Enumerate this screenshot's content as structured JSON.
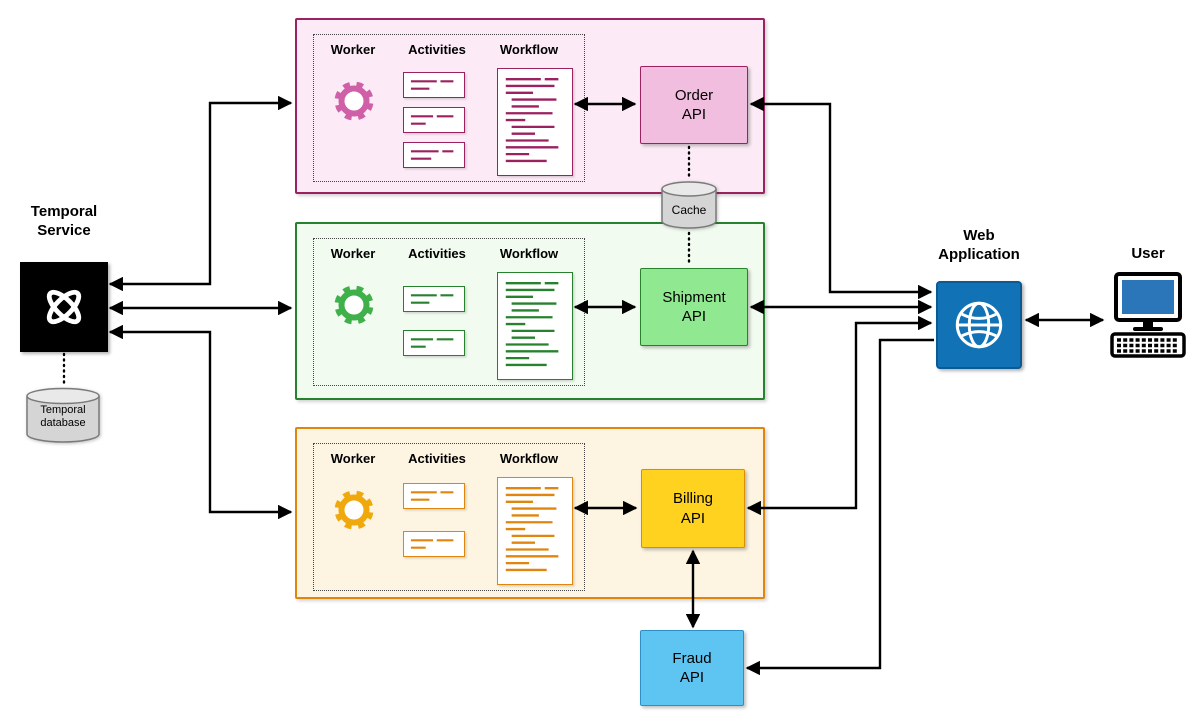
{
  "temporal": {
    "label": "Temporal\nService",
    "database_label": "Temporal\ndatabase"
  },
  "cache": {
    "label": "Cache"
  },
  "web_app": {
    "label": "Web\nApplication"
  },
  "user": {
    "label": "User"
  },
  "fraud": {
    "label": "Fraud\nAPI"
  },
  "icons": {
    "worker": "gear-icon",
    "activities": "activity-card-icon",
    "workflow": "workflow-document-icon",
    "temporal_service": "temporal-logo-icon",
    "temporal_database": "database-cylinder-icon",
    "cache": "database-cylinder-icon",
    "web_application": "globe-icon",
    "user": "computer-icon"
  },
  "colors": {
    "arrow": "#000000",
    "web_app_fill": "#1272b6",
    "fraud_fill": "#5ec5f2",
    "cylinder_fill": "#d5d5d5",
    "temporal_fill": "#000000"
  },
  "groups": [
    {
      "id": "order",
      "worker_header": "Worker",
      "activities_header": "Activities",
      "workflow_header": "Workflow",
      "api_label": "Order\nAPI",
      "colors": {
        "border": "#9b2160",
        "fill": "#fcebf6",
        "gear": "#cf5fa6",
        "api_fill": "#f2bedf"
      }
    },
    {
      "id": "shipment",
      "worker_header": "Worker",
      "activities_header": "Activities",
      "workflow_header": "Workflow",
      "api_label": "Shipment\nAPI",
      "colors": {
        "border": "#27822e",
        "fill": "#f1fbef",
        "gear": "#3fb04a",
        "api_fill": "#90e890"
      }
    },
    {
      "id": "billing",
      "worker_header": "Worker",
      "activities_header": "Activities",
      "workflow_header": "Workflow",
      "api_label": "Billing\nAPI",
      "colors": {
        "border": "#e0860f",
        "fill": "#fdf4e2",
        "gear": "#f0a90c",
        "api_fill": "#ffd21f"
      }
    }
  ]
}
